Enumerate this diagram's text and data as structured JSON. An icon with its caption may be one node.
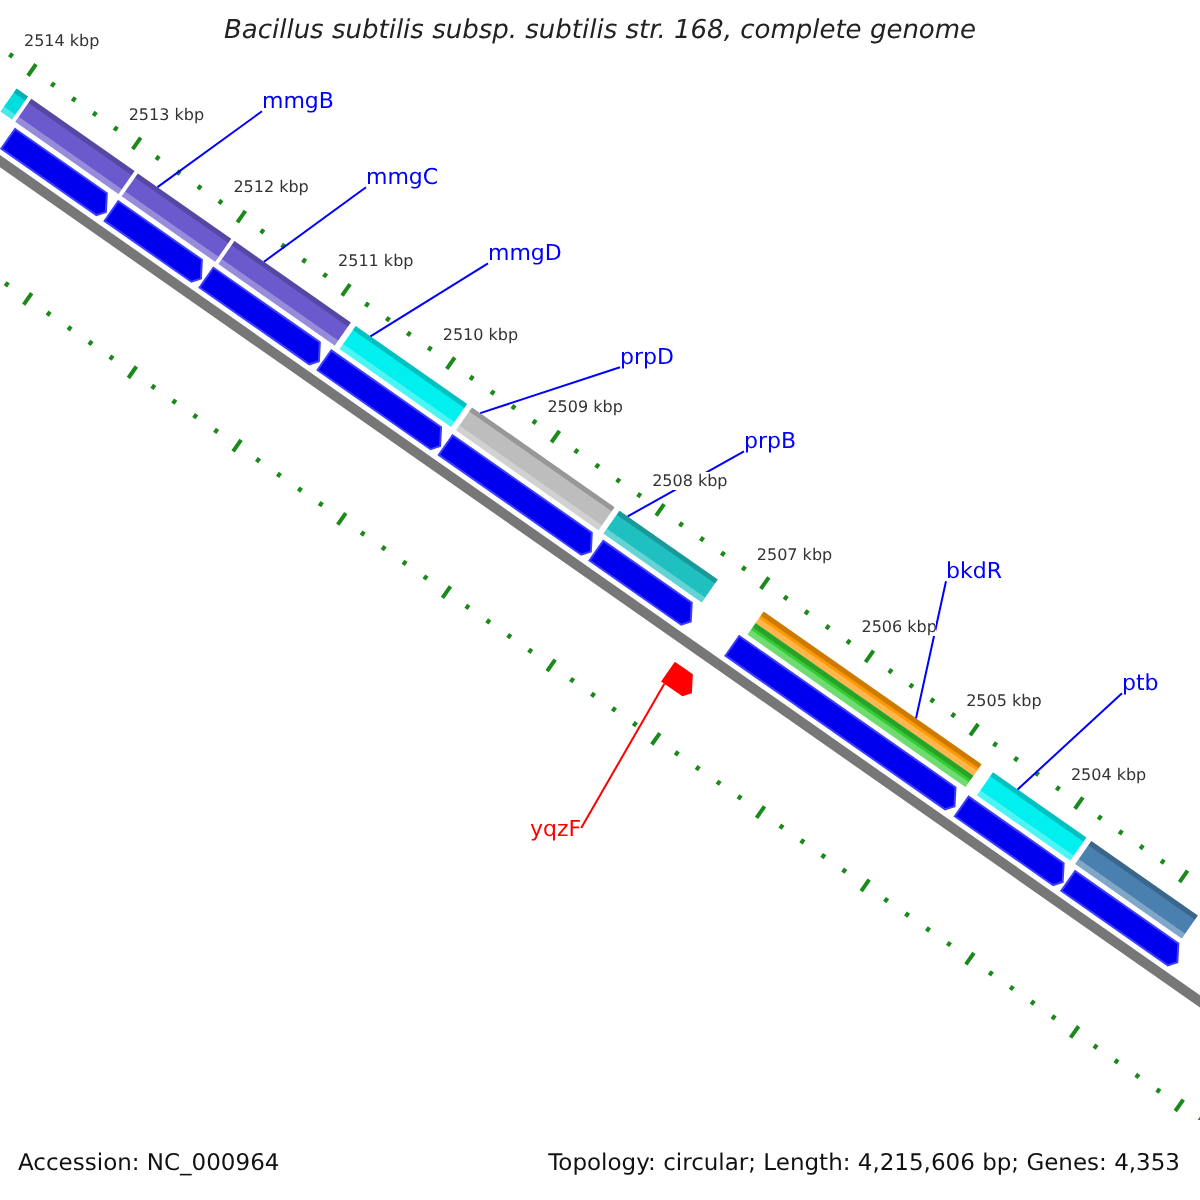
{
  "diagram": {
    "title": "Bacillus subtilis subsp. subtilis str. 168, complete genome",
    "nodes": [
      {
        "text": [],
        "shape": "bar"
      },
      {
        "text": [],
        "shape": "bar"
      },
      {
        "text": [],
        "shape": "bar"
      },
      {
        "text": [],
        "shape": "bar"
      },
      {
        "text": [],
        "shape": "bar"
      },
      {
        "text": [],
        "shape": "bar"
      },
      {
        "text": [],
        "shape": "bar"
      },
      {
        "text": [],
        "shape": "bar"
      },
      {
        "text": [],
        "shape": "bar"
      },
      {
        "text": [],
        "shape": "bar"
      },
      {
        "text": [],
        "shape": "bar"
      },
      {
        "text": [],
        "shape": "arrow"
      },
      {
        "text": [
          "mmgB"
        ]
      },
      {
        "text": [
          "mmgC"
        ]
      },
      {
        "text": [
          "mmgD"
        ]
      },
      {
        "text": [
          "prpD"
        ]
      },
      {
        "text": [
          "prpB"
        ]
      },
      {
        "text": [
          "bkdR"
        ]
      },
      {
        "text": [
          "ptb"
        ]
      },
      {
        "text": [
          "yqzF"
        ]
      },
      {
        "text": [],
        "shape": "arrow"
      },
      {
        "text": [],
        "shape": "arrow"
      },
      {
        "text": [],
        "shape": "arrow"
      },
      {
        "text": [],
        "shape": "arrow"
      },
      {
        "text": [],
        "shape": "arrow"
      },
      {
        "text": [],
        "shape": "arrow"
      },
      {
        "text": [],
        "shape": "arrow"
      },
      {
        "text": [],
        "shape": "arrow"
      },
      {
        "text": [],
        "shape": "arrow"
      }
    ],
    "edges": [
      {
        "from": 12,
        "to": 2,
        "arrow": "none"
      },
      {
        "from": 13,
        "to": 3,
        "arrow": "none"
      },
      {
        "from": 14,
        "to": 4,
        "arrow": "none"
      },
      {
        "from": 15,
        "to": 5,
        "arrow": "none"
      },
      {
        "from": 16,
        "to": 6,
        "arrow": "none"
      },
      {
        "from": 17,
        "to": 7,
        "arrow": "none"
      },
      {
        "from": 18,
        "to": 9,
        "arrow": "none"
      },
      {
        "from": 19,
        "to": 11,
        "arrow": "none",
        "color": "#ff0000"
      }
    ],
    "labels": [
      "2514 kbp",
      "2513 kbp",
      "2512 kbp",
      "2511 kbp",
      "2510 kbp",
      "2509 kbp",
      "2508 kbp",
      "2507 kbp",
      "2506 kbp",
      "2505 kbp",
      "2504 kbp",
      "Accession: NC_000964",
      "Topology: circular; Length: 4,215,606 bp; Genes: 4,353"
    ]
  }
}
